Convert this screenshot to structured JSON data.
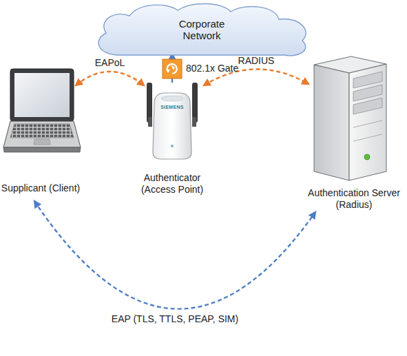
{
  "diagram": {
    "nodes": [
      {
        "text": [
          "Corporate Network"
        ]
      },
      {
        "text": [
          "Supplicant (Client)"
        ]
      },
      {
        "text": [
          "Authenticator (Access Point)"
        ]
      },
      {
        "text": [
          "Authentication Server (Radius)"
        ]
      }
    ],
    "edges": [
      {
        "from": 1,
        "to": 2,
        "label": "EAPoL",
        "arrow": "both"
      },
      {
        "from": 2,
        "to": 3,
        "label": "RADIUS",
        "arrow": "both"
      },
      {
        "from": 1,
        "to": 3,
        "label": "EAP (TLS, TTLS, PEAP, SIM)",
        "arrow": "both"
      },
      {
        "from": 2,
        "to": 0,
        "label": "802.1x Gate",
        "arrow": "to"
      }
    ],
    "labels": [
      "SIEMENS"
    ]
  }
}
